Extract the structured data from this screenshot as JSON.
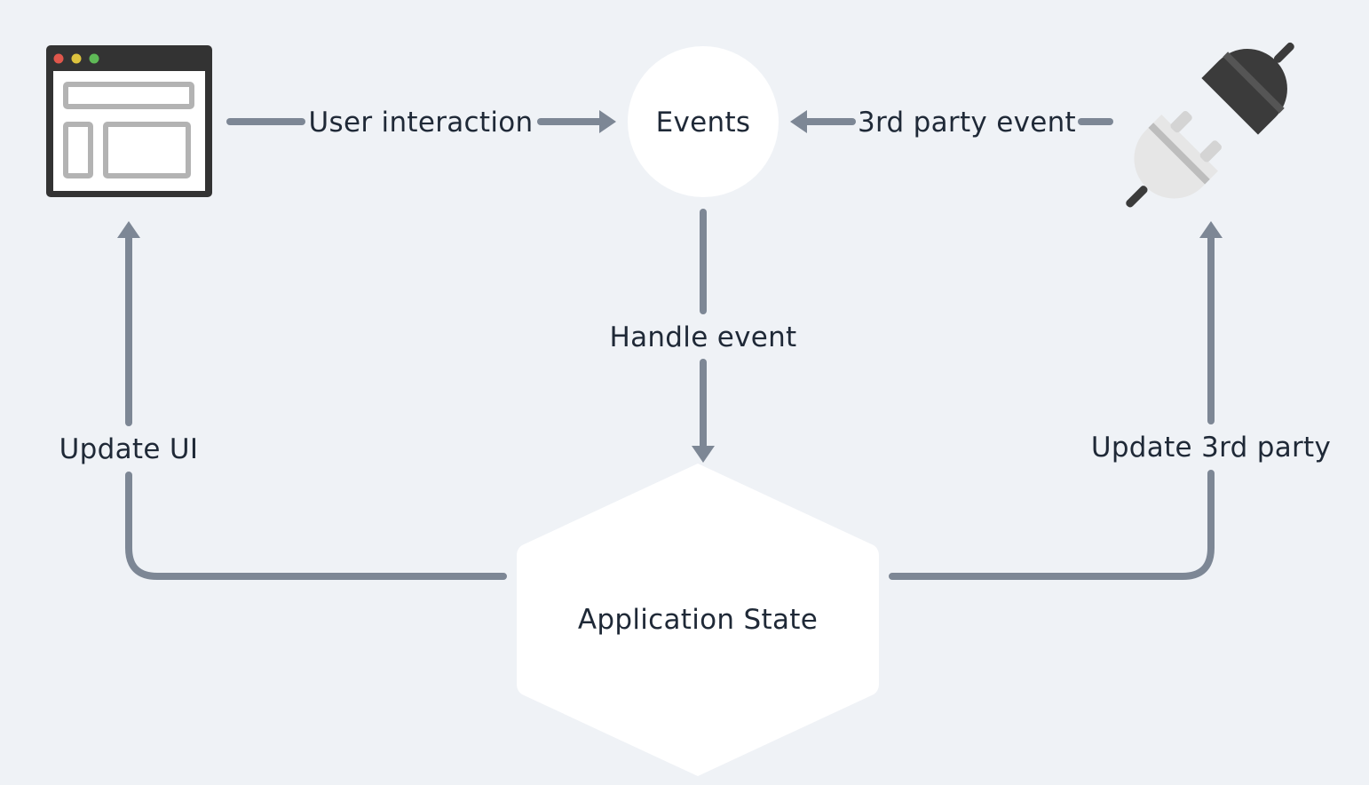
{
  "diagram": {
    "nodes": {
      "events": "Events",
      "application_state": "Application State"
    },
    "edges": {
      "user_interaction": "User interaction",
      "third_party_event": "3rd party event",
      "handle_event": "Handle event",
      "update_ui": "Update UI",
      "update_third_party": "Update 3rd party"
    },
    "icons": {
      "app_window": "browser-window-icon",
      "third_party": "plug-icon"
    }
  },
  "colors": {
    "background": "#eff2f6",
    "connector": "#7d8795",
    "node_fill": "#ffffff",
    "text": "#1f2937",
    "window_frame": "#333333",
    "window_layout": "#b3b3b3",
    "dot_red": "#e0574c",
    "dot_yellow": "#ddc33e",
    "dot_green": "#5fb957",
    "plug_dark": "#3b3b3b",
    "plug_light": "#e6e6e6"
  }
}
